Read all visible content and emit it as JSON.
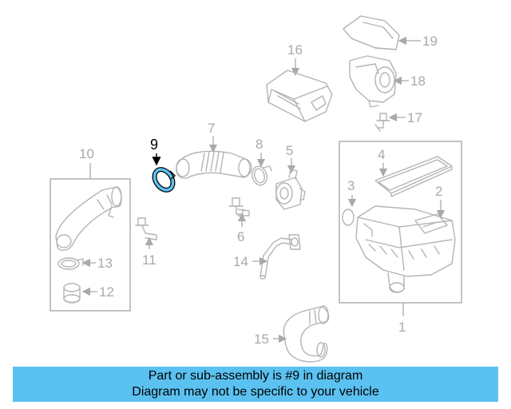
{
  "diagram": {
    "callouts": {
      "p1": "1",
      "p2": "2",
      "p3": "3",
      "p4": "4",
      "p5": "5",
      "p6": "6",
      "p7": "7",
      "p8": "8",
      "p9": "9",
      "p10": "10",
      "p11": "11",
      "p12": "12",
      "p13": "13",
      "p14": "14",
      "p15": "15",
      "p16": "16",
      "p17": "17",
      "p18": "18",
      "p19": "19"
    },
    "highlighted_part": "9",
    "highlight_color": "#5bc1f0",
    "part_line_color": "#b4b4b4"
  },
  "banner": {
    "line1": "Part or sub-assembly is #9 in diagram",
    "line2": "Diagram may not be specific to your vehicle",
    "background": "#5bc1f0"
  }
}
